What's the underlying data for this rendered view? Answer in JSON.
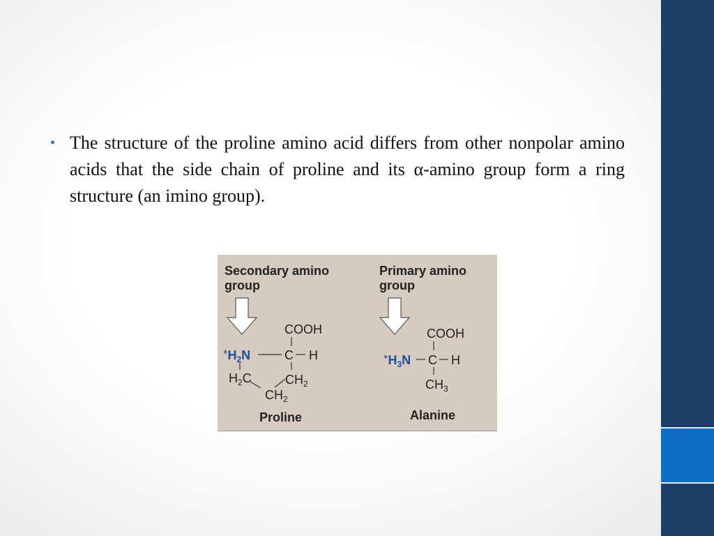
{
  "slide": {
    "bullet_text": "The structure of the proline amino acid differs from other nonpolar amino acids that the side chain of proline and its α-amino group form a ring structure (an imino group).",
    "colors": {
      "sidebar": "#1b3f68",
      "sidebar_accent": "#0f6fc6",
      "bullet": "#1b6ec2",
      "figure_bg": "#d5cbbe"
    }
  },
  "figure": {
    "left_heading": [
      "Secondary amino",
      "group"
    ],
    "right_heading": [
      "Primary amino",
      "group"
    ],
    "proline": {
      "carboxyl": "COOH",
      "amine": "+H2N",
      "alpha_c": "C",
      "hydrogen": "H",
      "h2c": "H2C",
      "ch2_right": "CH2",
      "ch2_bottom": "CH2",
      "name": "Proline"
    },
    "alanine": {
      "carboxyl": "COOH",
      "amine": "+H3N",
      "alpha_c": "C",
      "hydrogen": "H",
      "methyl": "CH3",
      "name": "Alanine"
    }
  }
}
